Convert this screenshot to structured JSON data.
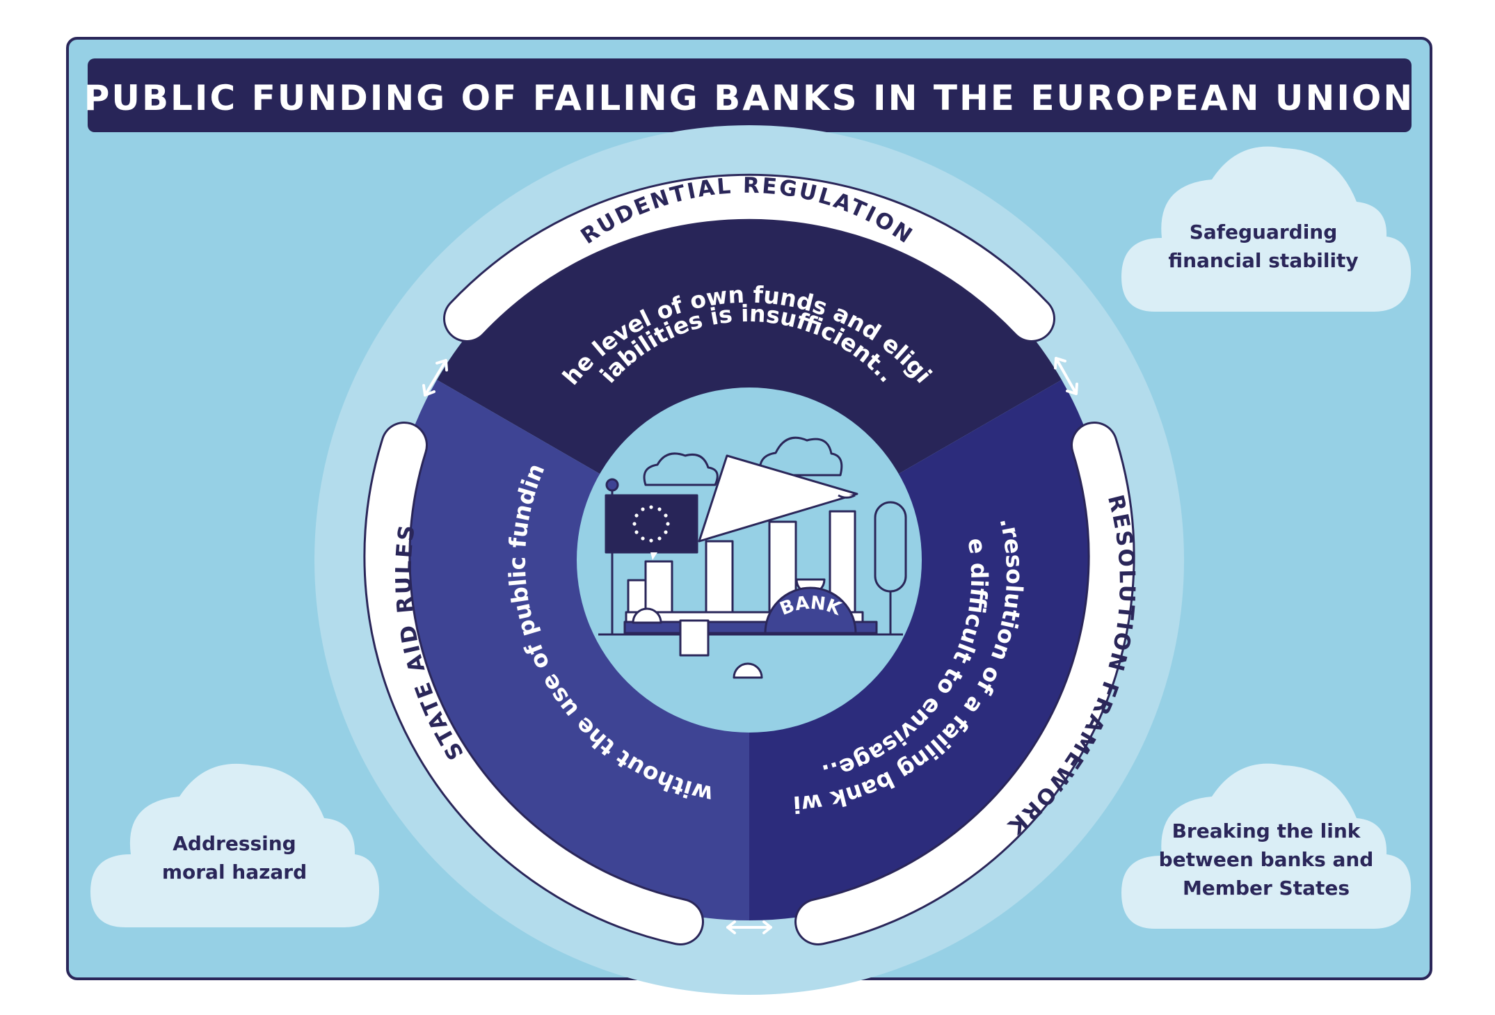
{
  "title": "PUBLIC FUNDING OF FAILING BANKS IN THE EUROPEAN UNION",
  "ring_labels": {
    "top": "PRUDENTIAL REGULATIONS",
    "left": "STATE AID RULES",
    "right": "RESOLUTION FRAMEWORK"
  },
  "segments": {
    "top_line1": "If the level of own funds and eligible",
    "top_line2": "liabilities is insufficient...",
    "left_text": "...without the use of public funding.",
    "right_line1": "...resolution of a failing bank will",
    "right_line2": "be difficult to envisage..."
  },
  "center": {
    "bank_label": "BANK"
  },
  "clouds": {
    "top_right_line1": "Safeguarding",
    "top_right_line2": "financial stability",
    "bottom_left_line1": "Addressing",
    "bottom_left_line2": "moral hazard",
    "bottom_right_line1": "Breaking the link",
    "bottom_right_line2": "between banks and",
    "bottom_right_line3": "Member States"
  },
  "colors": {
    "page_background": "#ffffff",
    "panel": "#96d0e5",
    "halo": "#b3dcec",
    "navy_dark": "#2a2659",
    "segment_top": "#282558",
    "segment_left": "#3e4494",
    "segment_right": "#2c2c7c",
    "cloud": "#daeef6",
    "white": "#ffffff"
  }
}
